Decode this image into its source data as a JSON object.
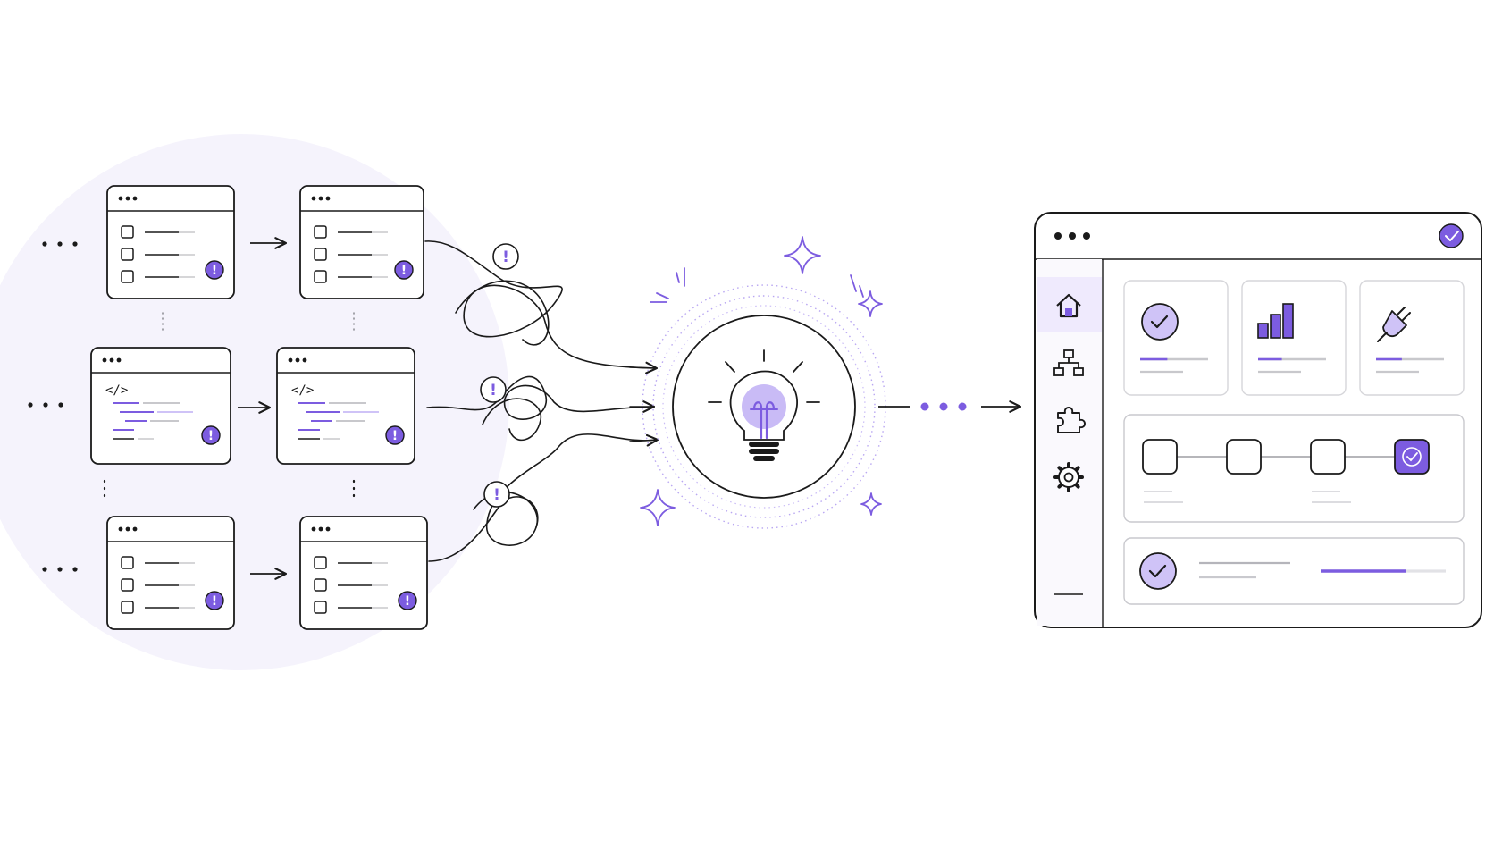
{
  "colors": {
    "accent": "#7c5ce0",
    "accent_light": "#cfc3f7",
    "accent_soft": "#efeafd",
    "ink": "#1a1a1a",
    "muted": "#c8c8cc",
    "halo": "#f5f3fc"
  },
  "workflows": {
    "rows": [
      {
        "kind": "checklist",
        "stages": [
          {
            "alert": true
          },
          {
            "alert": true
          }
        ]
      },
      {
        "kind": "code",
        "code_tag": "</>",
        "stages": [
          {
            "alert": true
          },
          {
            "alert": true
          }
        ]
      },
      {
        "kind": "checklist",
        "stages": [
          {
            "alert": true
          },
          {
            "alert": true
          }
        ]
      }
    ],
    "alert_glyph": "!"
  },
  "tangle": {
    "alert_markers": [
      "!",
      "!",
      "!"
    ]
  },
  "insight": {
    "icon": "lightbulb-icon"
  },
  "dashboard": {
    "status": "check-icon",
    "sidebar": [
      {
        "icon": "home-icon",
        "active": true
      },
      {
        "icon": "hierarchy-icon",
        "active": false
      },
      {
        "icon": "puzzle-icon",
        "active": false
      },
      {
        "icon": "gear-icon",
        "active": false
      }
    ],
    "cards": [
      {
        "icon": "check-circle-icon",
        "progress": 0.4
      },
      {
        "icon": "bar-chart-icon",
        "progress": 0.35
      },
      {
        "icon": "plug-icon",
        "progress": 0.38
      }
    ],
    "pipeline": {
      "steps": 4,
      "completed_steps": 1
    },
    "summary": {
      "icon": "check-circle-icon",
      "progress": 0.68
    }
  }
}
